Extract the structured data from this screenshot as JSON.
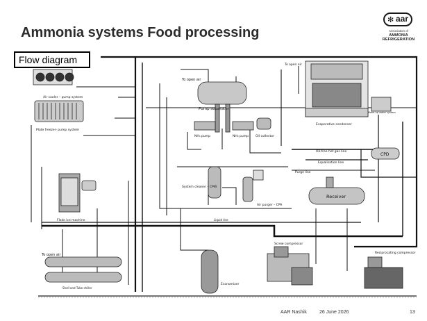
{
  "slide": {
    "title": "Ammonia systems Food processing",
    "section_label": "Flow diagram",
    "footer_org": "AAR Nashik",
    "footer_date": "26 June 2026",
    "page_number": "13"
  },
  "logo": {
    "word": "aar",
    "line1": "Association of",
    "line2": "AMMONIA REFRIGERATION"
  },
  "diagram": {
    "labels": {
      "air_cooler": "Air cooler – pump system",
      "plate_freezer": "Plate freezer- pump system",
      "flake_ice": "Flake ice machine",
      "to_open_air_1": "To open air",
      "to_open_air_2": "To open air",
      "to_open_air_3": "To open air",
      "pump_separator": "Pump separator",
      "nh3_pump_1": "NH₃ pump",
      "nh3_pump_2": "NH₃ pump",
      "oil_collector": "Oil collector",
      "evap_condenser": "Evaporative condenser",
      "oil_free_hot_gas": "Oil-free hot gas line",
      "equalisation": "Equalisation line",
      "purge_line": "Purge line",
      "cpd": "CPD",
      "receiver": "Receiver",
      "system_cleaner": "System cleaner – CPW",
      "air_purger": "Air purger – CPA",
      "liquid_line": "Liquid line",
      "screw_compressor": "Screw compressor",
      "reciprocating": "Reciprocating compressor",
      "economizer": "Economizer",
      "shell_tube": "Shell and Tube chiller",
      "make_up_water": "Make-up water system"
    }
  }
}
